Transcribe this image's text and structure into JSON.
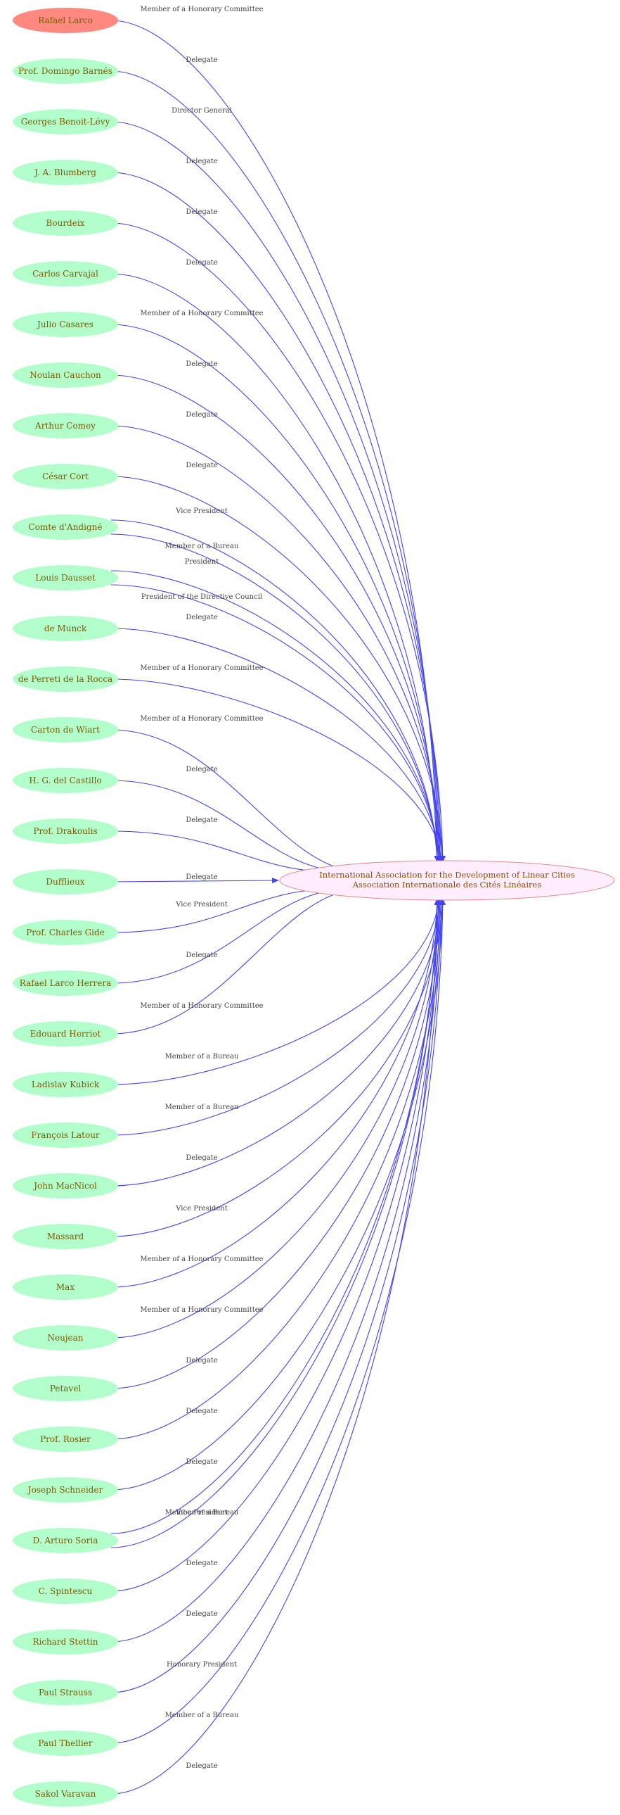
{
  "colors": {
    "person_fill": "#b3ffcc",
    "highlight_fill": "#ff8880",
    "center_fill": "#ffeeff",
    "center_stroke": "#e88888",
    "edge": "#4444ee"
  },
  "center": {
    "line1": "International Association for the Development of Linear Cities",
    "line2": "Association Internationale des Cités Linéaires"
  },
  "nodes": [
    {
      "label": "Rafael Larco",
      "highlight": true
    },
    {
      "label": "Prof. Domingo Barnés"
    },
    {
      "label": "Georges Benoit-Lévy"
    },
    {
      "label": "J. A. Blumberg"
    },
    {
      "label": "Bourdeix"
    },
    {
      "label": "Carlos Carvajal"
    },
    {
      "label": "Julio Casares"
    },
    {
      "label": "Noulan Cauchon"
    },
    {
      "label": "Arthur Comey"
    },
    {
      "label": "César Cort"
    },
    {
      "label": "Comte d'Andigné"
    },
    {
      "label": "Louis Dausset"
    },
    {
      "label": "de Munck"
    },
    {
      "label": "de Perreti de la Rocca"
    },
    {
      "label": "Carton  de Wiart"
    },
    {
      "label": "H. G.  del Castillo"
    },
    {
      "label": "Prof. Drakoulis"
    },
    {
      "label": "Dufflieux"
    },
    {
      "label": "Prof. Charles Gide"
    },
    {
      "label": "Rafael Larco Herrera"
    },
    {
      "label": "Edouard Herriot"
    },
    {
      "label": "Ladislav Kubick"
    },
    {
      "label": "François Latour"
    },
    {
      "label": "John MacNicol"
    },
    {
      "label": "Massard"
    },
    {
      "label": "Max"
    },
    {
      "label": "Neujean"
    },
    {
      "label": "Petavel"
    },
    {
      "label": "Prof. Rosier"
    },
    {
      "label": "Joseph Schneider"
    },
    {
      "label": "D. Arturo Soria"
    },
    {
      "label": "C. Spintescu"
    },
    {
      "label": "Richard Stettin"
    },
    {
      "label": "Paul Strauss"
    },
    {
      "label": "Paul Thellier"
    },
    {
      "label": "Sakol Varavan"
    }
  ],
  "edges": [
    {
      "from": 0,
      "label": "Member of a Honorary Committee"
    },
    {
      "from": 1,
      "label": "Delegate"
    },
    {
      "from": 2,
      "label": "Director General"
    },
    {
      "from": 3,
      "label": "Delegate"
    },
    {
      "from": 4,
      "label": "Delegate"
    },
    {
      "from": 5,
      "label": "Delegate"
    },
    {
      "from": 6,
      "label": "Member of a Honorary Committee"
    },
    {
      "from": 7,
      "label": "Delegate"
    },
    {
      "from": 8,
      "label": "Delegate"
    },
    {
      "from": 9,
      "label": "Delegate"
    },
    {
      "from": 10,
      "label": "Vice President"
    },
    {
      "from": 10,
      "label": "Member of a Bureau"
    },
    {
      "from": 11,
      "label": "President"
    },
    {
      "from": 11,
      "label": "President of the Directive Council"
    },
    {
      "from": 12,
      "label": "Delegate"
    },
    {
      "from": 13,
      "label": "Member of a Honorary Committee"
    },
    {
      "from": 14,
      "label": "Member of a Honorary Committee"
    },
    {
      "from": 15,
      "label": "Delegate"
    },
    {
      "from": 16,
      "label": "Delegate"
    },
    {
      "from": 17,
      "label": "Delegate"
    },
    {
      "from": 18,
      "label": "Vice President"
    },
    {
      "from": 19,
      "label": "Delegate"
    },
    {
      "from": 20,
      "label": "Member of a Honorary Committee"
    },
    {
      "from": 21,
      "label": "Member of a Bureau"
    },
    {
      "from": 22,
      "label": "Member of a Bureau"
    },
    {
      "from": 23,
      "label": "Delegate"
    },
    {
      "from": 24,
      "label": "Vice President"
    },
    {
      "from": 25,
      "label": "Member of a Honorary Committee"
    },
    {
      "from": 26,
      "label": "Member of a Honorary Committee"
    },
    {
      "from": 27,
      "label": "Delegate"
    },
    {
      "from": 28,
      "label": "Delegate"
    },
    {
      "from": 29,
      "label": "Delegate"
    },
    {
      "from": 30,
      "label": "Vice President"
    },
    {
      "from": 30,
      "label": "Member of a Bureau"
    },
    {
      "from": 31,
      "label": "Delegate"
    },
    {
      "from": 32,
      "label": "Delegate"
    },
    {
      "from": 33,
      "label": "Honorary President"
    },
    {
      "from": 34,
      "label": "Member of a Bureau"
    },
    {
      "from": 35,
      "label": "Delegate"
    }
  ]
}
